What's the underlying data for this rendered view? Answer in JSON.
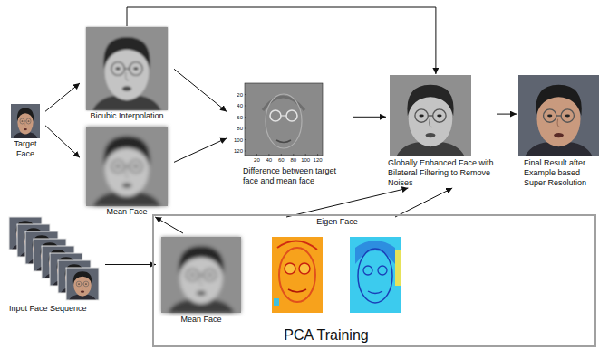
{
  "diagram": {
    "nodes": [
      {
        "text": [
          "Target Face"
        ]
      },
      {
        "text": [
          "Bicubic Interpolation"
        ]
      },
      {
        "text": [
          "Mean Face"
        ]
      },
      {
        "text": [
          "Difference between target face and mean face"
        ]
      },
      {
        "text": [
          "Globally Enhanced Face with Bilateral Filtering to Remove Noises"
        ]
      },
      {
        "text": [
          "Final Result after Example based Super Resolution"
        ]
      },
      {
        "text": [
          "Input Face Sequence"
        ]
      },
      {
        "text": [
          "PCA Training"
        ]
      },
      {
        "text": [
          "Mean Face"
        ],
        "in": 7
      },
      {
        "text": [
          "Eigen Face"
        ],
        "in": 7
      }
    ],
    "edges": [
      {
        "from": 0,
        "to": 1,
        "arrow": "to"
      },
      {
        "from": 0,
        "to": 2,
        "arrow": "to"
      },
      {
        "from": 1,
        "to": 3,
        "arrow": "to"
      },
      {
        "from": 2,
        "to": 3,
        "arrow": "to"
      },
      {
        "from": 1,
        "to": 4,
        "arrow": "to"
      },
      {
        "from": 3,
        "to": 4,
        "arrow": "to"
      },
      {
        "from": 4,
        "to": 5,
        "arrow": "to"
      },
      {
        "from": 6,
        "to": 8,
        "arrow": "to"
      },
      {
        "from": 8,
        "to": 2,
        "arrow": "to"
      },
      {
        "from": 9,
        "to": 4,
        "arrow": "to"
      },
      {
        "from": 9,
        "to": 4,
        "arrow": "to"
      }
    ],
    "labels": [
      "20",
      "40",
      "60",
      "80",
      "100",
      "120",
      "20",
      "40",
      "60",
      "80",
      "100",
      "120"
    ]
  }
}
